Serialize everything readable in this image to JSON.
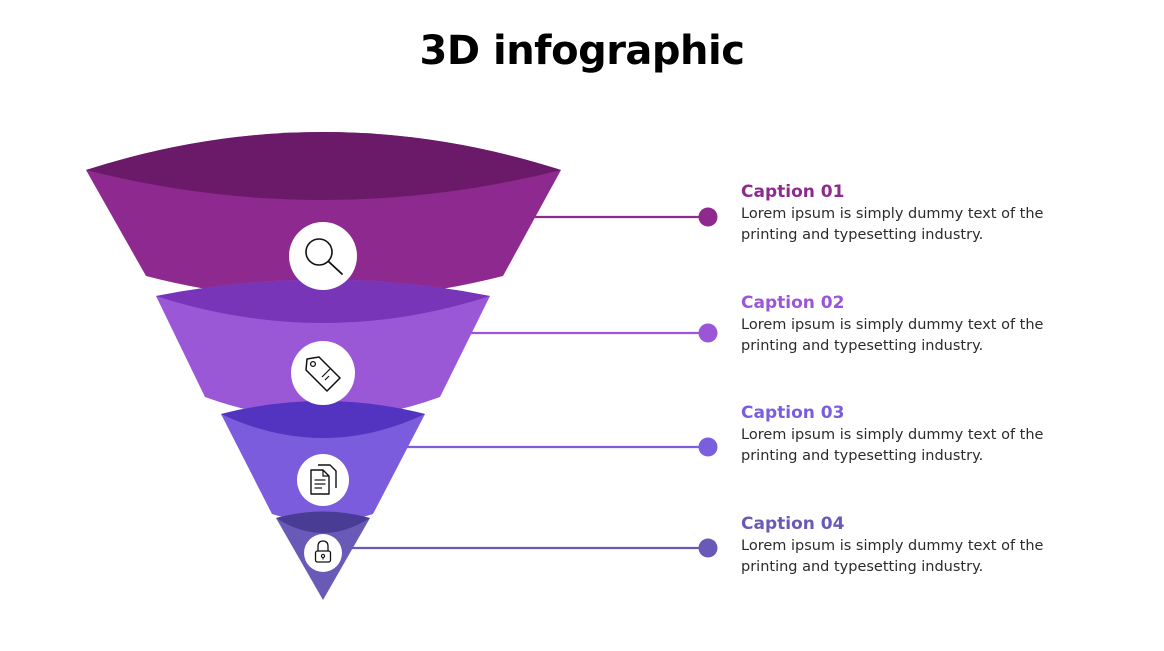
{
  "title": "3D infographic",
  "colors": {
    "level1": "#8e2a8f",
    "level1_top": "#6a1a68",
    "level2": "#9a57d6",
    "level2_top": "#7935b8",
    "level3": "#7a5cdd",
    "level3_top": "#5234c0",
    "level4": "#6a5ab8",
    "level4_top": "#483c94",
    "caption1": "#8e2a8f",
    "caption2": "#9a55d8",
    "caption3": "#7a5ede",
    "caption4": "#6a5ab8"
  },
  "captions": [
    {
      "title": "Caption 01",
      "text": "Lorem ipsum is simply dummy text of the printing and typesetting industry.",
      "icon": "search-icon"
    },
    {
      "title": "Caption 02",
      "text": "Lorem ipsum is simply dummy text of the printing and typesetting industry.",
      "icon": "tag-icon"
    },
    {
      "title": "Caption 03",
      "text": "Lorem ipsum is simply dummy text of the printing and typesetting industry.",
      "icon": "documents-icon"
    },
    {
      "title": "Caption 04",
      "text": "Lorem ipsum is simply dummy text of the printing and typesetting industry.",
      "icon": "lock-icon"
    }
  ]
}
